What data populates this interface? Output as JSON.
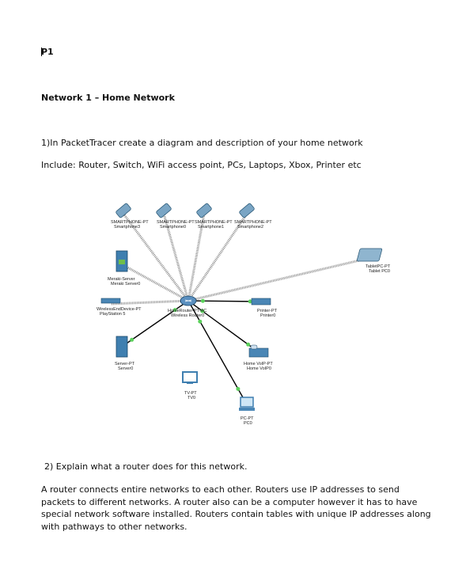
{
  "heading": "P1",
  "section_title": "Network 1 – Home Network",
  "question1": "1)In PacketTracer create a diagram and description of your home network",
  "question1_include": "Include: Router, Switch, WiFi access point, PCs, Laptops, Xbox, Printer etc",
  "question2": "2) Explain what a router does for this network.",
  "answer": "A router connects entire networks to each other. Routers use IP addresses to send packets to different networks. A router also can be a computer however it has to have special network software installed. Routers contain tables with unique IP addresses along with pathways to other networks.",
  "diagram": {
    "router": {
      "type": "HomeRouter-PT-AC",
      "name": "Wireless Router0",
      "icon": "wireless-router-icon"
    },
    "devices": [
      {
        "key": "phone3",
        "type": "SMARTPHONE-PT",
        "name": "Smartphone3",
        "icon": "smartphone-icon",
        "link": "wireless"
      },
      {
        "key": "phone0",
        "type": "SMARTPHONE-PT",
        "name": "Smartphone0",
        "icon": "smartphone-icon",
        "link": "wireless"
      },
      {
        "key": "phone1",
        "type": "SMARTPHONE-PT",
        "name": "Smartphone1",
        "icon": "smartphone-icon",
        "link": "wireless"
      },
      {
        "key": "phone2",
        "type": "SMARTPHONE-PT",
        "name": "Smartphone2",
        "icon": "smartphone-icon",
        "link": "wireless"
      },
      {
        "key": "tablet",
        "type": "TabletPC-PT",
        "name": "Tablet PC0",
        "icon": "tablet-icon",
        "link": "wireless"
      },
      {
        "key": "meraki",
        "type": "Meraki-Server",
        "name": "Meraki Server0",
        "icon": "server-icon",
        "link": "wireless"
      },
      {
        "key": "playstation",
        "type": "WirelessEndDevice-PT",
        "name": "PlayStation 5",
        "icon": "wireless-end-device-icon",
        "link": "wireless"
      },
      {
        "key": "server",
        "type": "Server-PT",
        "name": "Server0",
        "icon": "server-icon",
        "link": "wired"
      },
      {
        "key": "tv",
        "type": "TV-PT",
        "name": "TV0",
        "icon": "tv-icon",
        "link": "none"
      },
      {
        "key": "printer",
        "type": "Printer-PT",
        "name": "Printer0",
        "icon": "printer-icon",
        "link": "wired"
      },
      {
        "key": "voip",
        "type": "Home VoIP-PT",
        "name": "Home VoIP0",
        "icon": "voip-phone-icon",
        "link": "wired"
      },
      {
        "key": "pc",
        "type": "PC-PT",
        "name": "PC0",
        "icon": "pc-icon",
        "link": "wired"
      }
    ]
  }
}
